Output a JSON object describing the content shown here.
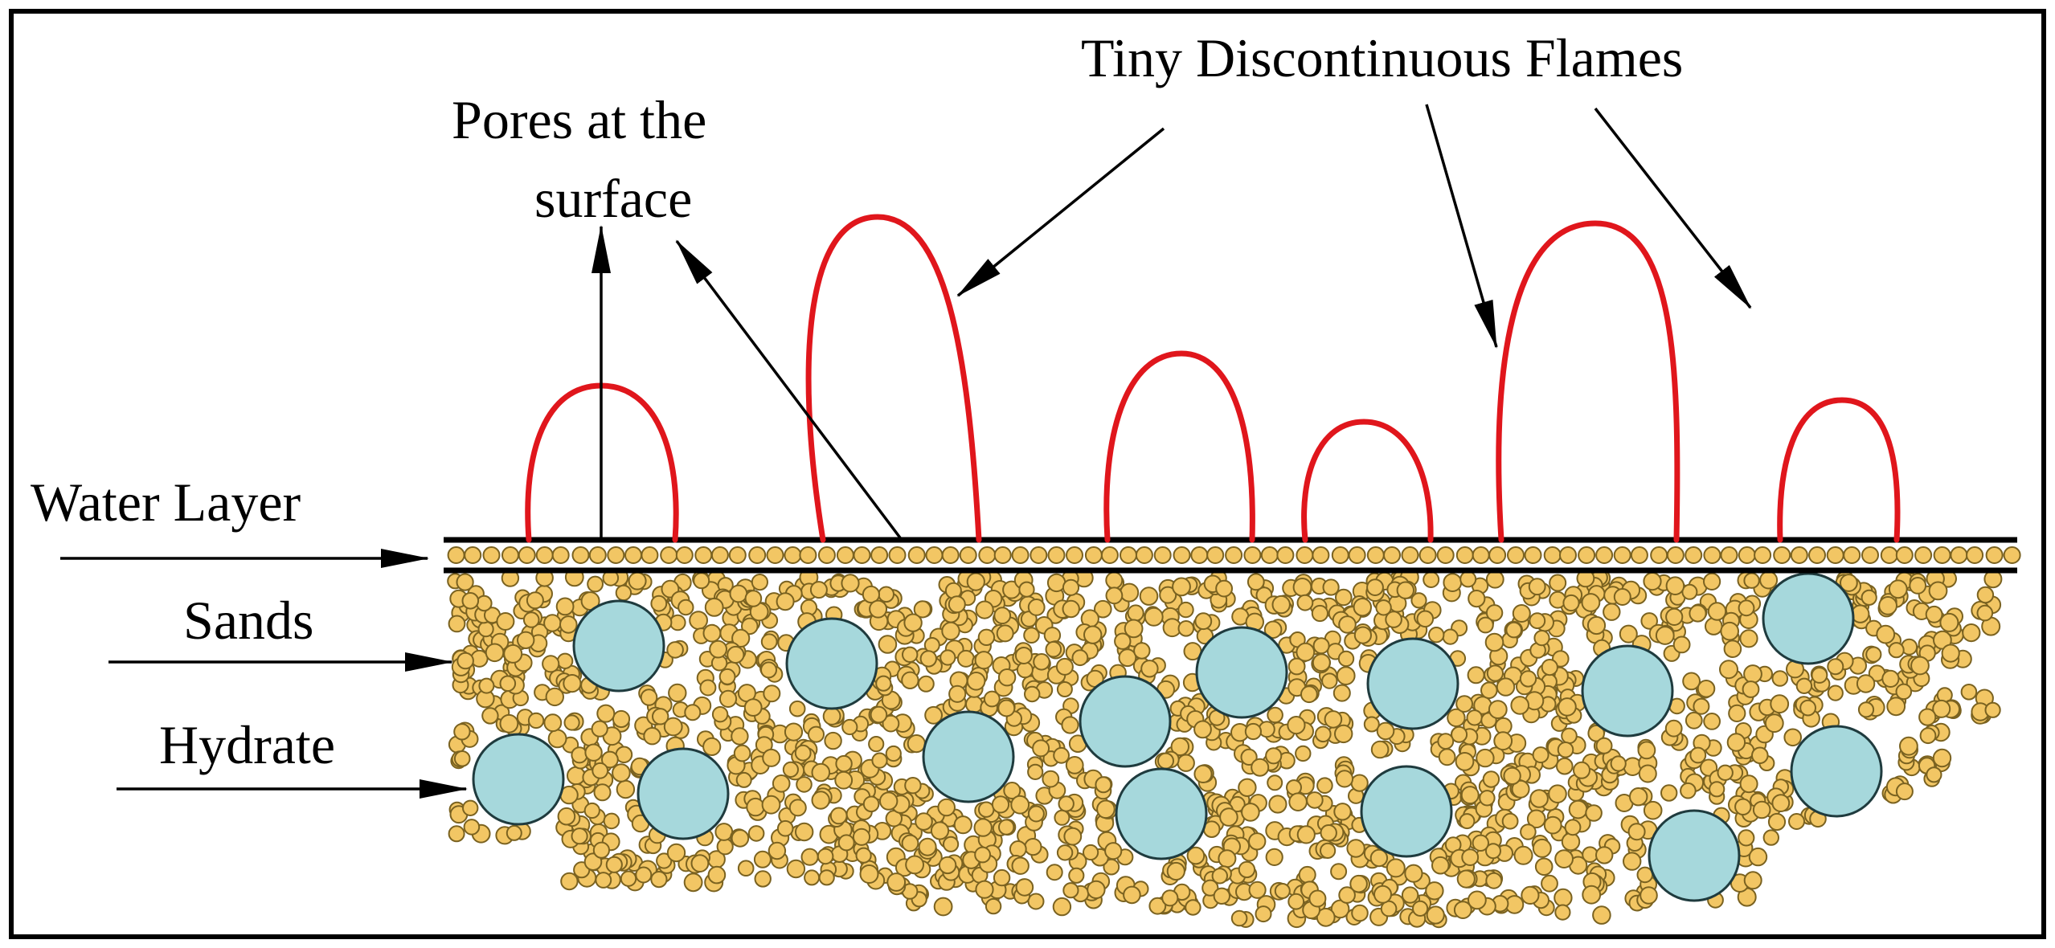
{
  "labels": {
    "water_layer": "Water Layer",
    "sands": "Sands",
    "hydrate": "Hydrate",
    "pores_line1": "Pores at the",
    "pores_line2": "surface",
    "flames": "Tiny Discontinuous Flames"
  },
  "colors": {
    "background": "#ffffff",
    "border": "#000000",
    "flame": "#e0161c",
    "sand_fill": "#f2c664",
    "sand_stroke": "#7a6220",
    "hydrate_fill": "#a6d8dc",
    "hydrate_stroke": "#1f3b3e",
    "line": "#000000"
  },
  "icons": {
    "flame": "flame-arc",
    "sand": "sand-grain",
    "hydrate": "hydrate-particle",
    "arrow": "arrow-pointer"
  }
}
